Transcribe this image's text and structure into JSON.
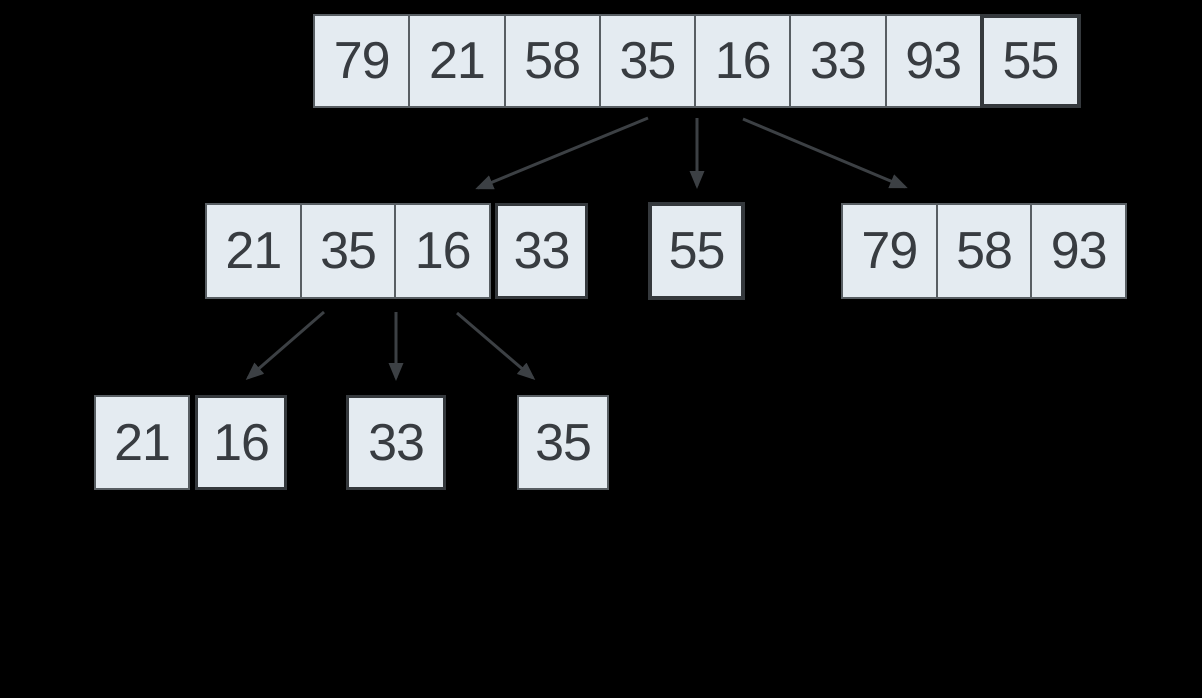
{
  "diagram": {
    "type": "quicksort-partition-tree",
    "levels": [
      {
        "groups": [
          {
            "id": "l0-array",
            "role": "unsorted-array",
            "cells": [
              {
                "value": "79"
              },
              {
                "value": "21"
              },
              {
                "value": "58"
              },
              {
                "value": "35"
              },
              {
                "value": "16"
              },
              {
                "value": "33"
              },
              {
                "value": "93"
              },
              {
                "value": "55",
                "pivot": "strong"
              }
            ]
          }
        ]
      },
      {
        "groups": [
          {
            "id": "l1-left",
            "role": "less-than-pivot-partition",
            "cells": [
              {
                "value": "21"
              },
              {
                "value": "35"
              },
              {
                "value": "16"
              }
            ]
          },
          {
            "id": "l1-left-pivot",
            "role": "sub-pivot",
            "cells": [
              {
                "value": "33",
                "pivot": "mid"
              }
            ]
          },
          {
            "id": "l1-mid-pivot",
            "role": "pivot",
            "cells": [
              {
                "value": "55",
                "pivot": "strong"
              }
            ]
          },
          {
            "id": "l1-right",
            "role": "greater-than-pivot-partition",
            "cells": [
              {
                "value": "79"
              },
              {
                "value": "58"
              },
              {
                "value": "93"
              }
            ]
          }
        ]
      },
      {
        "groups": [
          {
            "id": "l2-less-a",
            "role": "less-partition-cell",
            "cells": [
              {
                "value": "21"
              }
            ]
          },
          {
            "id": "l2-less-b",
            "role": "less-partition-pivot",
            "cells": [
              {
                "value": "16",
                "pivot": "mid"
              }
            ]
          },
          {
            "id": "l2-pivot",
            "role": "pivot",
            "cells": [
              {
                "value": "33",
                "pivot": "mid"
              }
            ]
          },
          {
            "id": "l2-greater",
            "role": "greater-partition-cell",
            "cells": [
              {
                "value": "35"
              }
            ]
          }
        ]
      }
    ],
    "arrows": [
      {
        "id": "arrow-l0-to-less",
        "from": "l0-array",
        "to": "l1-left"
      },
      {
        "id": "arrow-l0-to-pivot",
        "from": "l0-array",
        "to": "l1-mid-pivot"
      },
      {
        "id": "arrow-l0-to-greater",
        "from": "l0-array",
        "to": "l1-right"
      },
      {
        "id": "arrow-l1-to-less",
        "from": "l1-left",
        "to": "l2-less-a"
      },
      {
        "id": "arrow-l1-to-pivot",
        "from": "l1-left",
        "to": "l2-pivot"
      },
      {
        "id": "arrow-l1-to-greater",
        "from": "l1-left",
        "to": "l2-greater"
      }
    ]
  },
  "colors": {
    "background": "#000000",
    "cell_fill": "#e4ebf1",
    "cell_border": "#585e63",
    "pivot_border": "#35393d",
    "text": "#383c41",
    "arrow": "#3c4044"
  }
}
